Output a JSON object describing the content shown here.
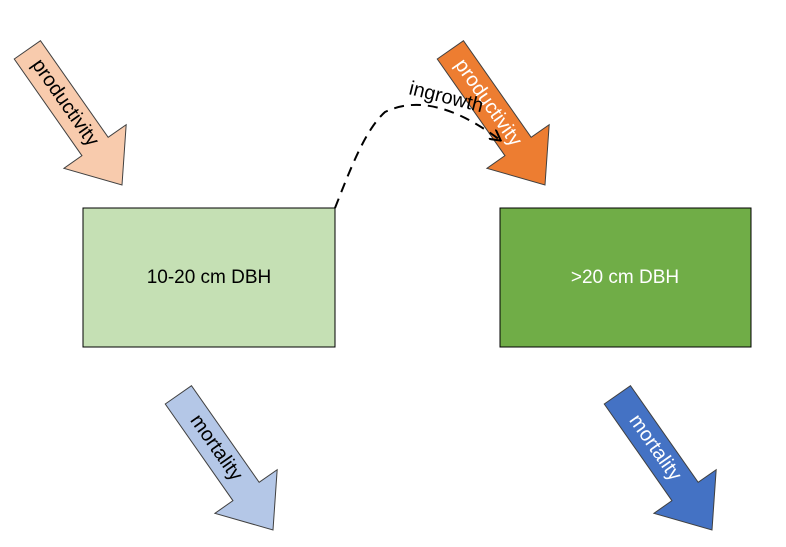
{
  "boxes": {
    "small": {
      "label": "10-20 cm DBH",
      "fill": "#c5e0b4",
      "text_color": "#000000"
    },
    "large": {
      "label": ">20 cm DBH",
      "fill": "#70ad47",
      "text_color": "#ffffff"
    }
  },
  "arrows": {
    "productivity_small": {
      "label": "productivity",
      "fill": "#f8cbad",
      "text_color": "#000000"
    },
    "productivity_large": {
      "label": "productivity",
      "fill": "#ed7d31",
      "text_color": "#ffffff"
    },
    "mortality_small": {
      "label": "mortality",
      "fill": "#b4c7e7",
      "text_color": "#000000"
    },
    "mortality_large": {
      "label": "mortality",
      "fill": "#4472c4",
      "text_color": "#ffffff"
    }
  },
  "connector": {
    "label": "ingrowth"
  }
}
